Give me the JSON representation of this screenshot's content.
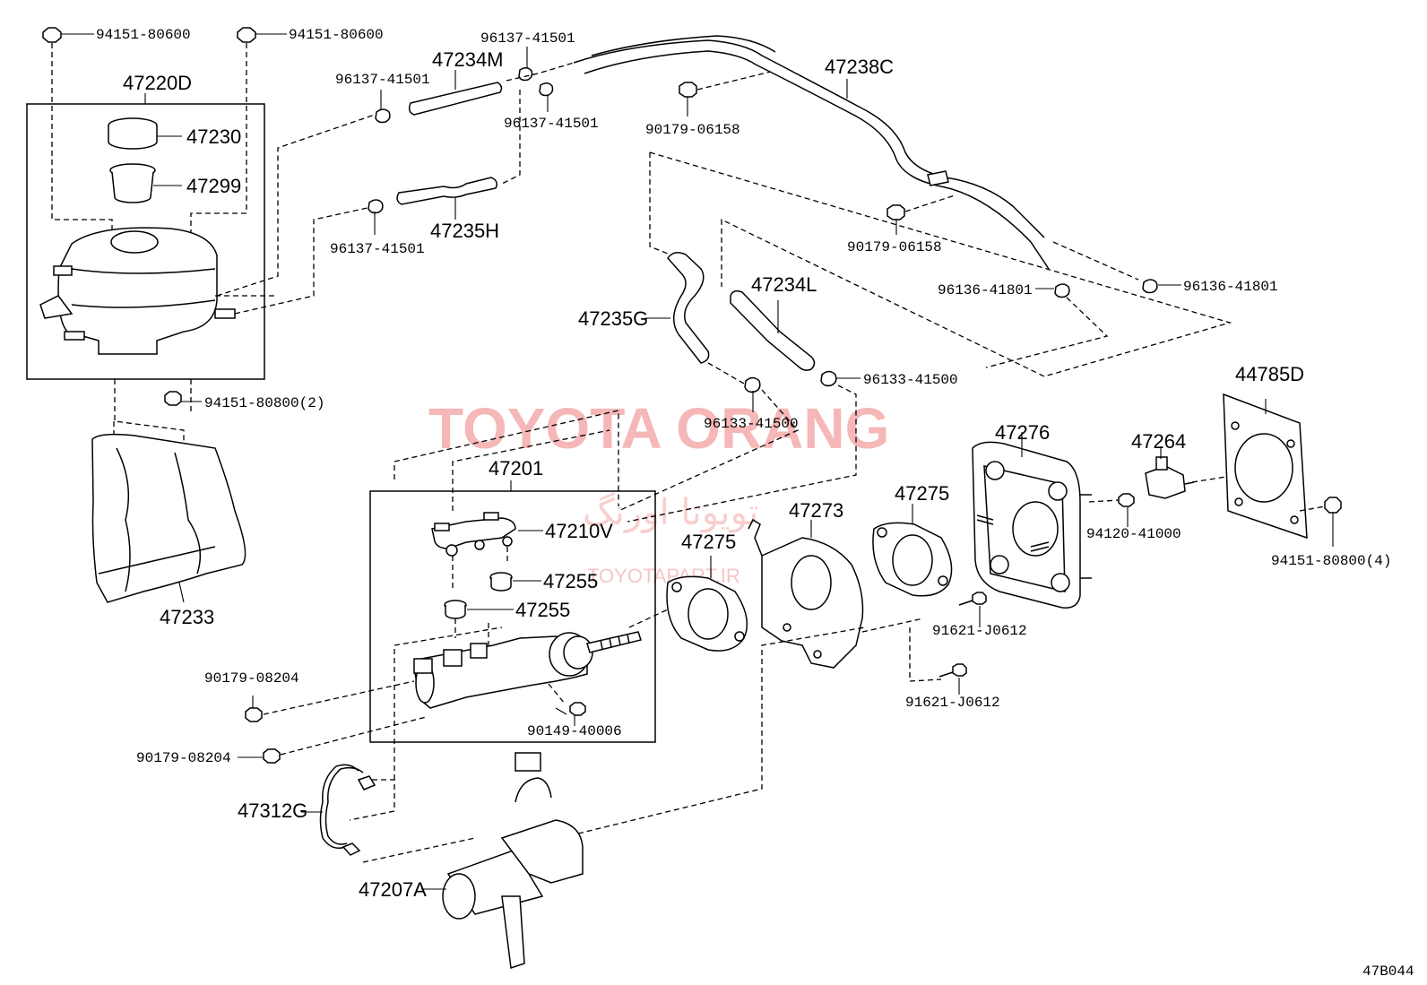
{
  "watermark": {
    "main": "TOYOTA ORANG",
    "arabic": "تويوتا اورنگ",
    "url": "TOYOTAPART.IR"
  },
  "figure_id": "47B044",
  "labels": {
    "p94151_80600_a": "94151-80600",
    "p94151_80600_b": "94151-80600",
    "p47220D": "47220D",
    "p47230": "47230",
    "p47299": "47299",
    "p96137_41501_a": "96137-41501",
    "p47234M": "47234M",
    "p96137_41501_b": "96137-41501",
    "p96137_41501_c": "96137-41501",
    "p96137_41501_d": "96137-41501",
    "p47235H": "47235H",
    "p47238C": "47238C",
    "p90179_06158_a": "90179-06158",
    "p90179_06158_b": "90179-06158",
    "p96136_41801_a": "96136-41801",
    "p96136_41801_b": "96136-41801",
    "p47235G": "47235G",
    "p47234L": "47234L",
    "p96133_41500_a": "96133-41500",
    "p96133_41500_b": "96133-41500",
    "p94151_80800_2": "94151-80800(2)",
    "p47233": "47233",
    "p47201": "47201",
    "p47210V": "47210V",
    "p47255_a": "47255",
    "p47255_b": "47255",
    "p90149_40006": "90149-40006",
    "p47275_a": "47275",
    "p47273": "47273",
    "p47275_b": "47275",
    "p47276": "47276",
    "p47264": "47264",
    "p44785D": "44785D",
    "p94120_41000": "94120-41000",
    "p94151_80800_4": "94151-80800(4)",
    "p91621_J0612_a": "91621-J0612",
    "p91621_J0612_b": "91621-J0612",
    "p90179_08204_a": "90179-08204",
    "p90179_08204_b": "90179-08204",
    "p47312G": "47312G",
    "p47207A": "47207A"
  }
}
